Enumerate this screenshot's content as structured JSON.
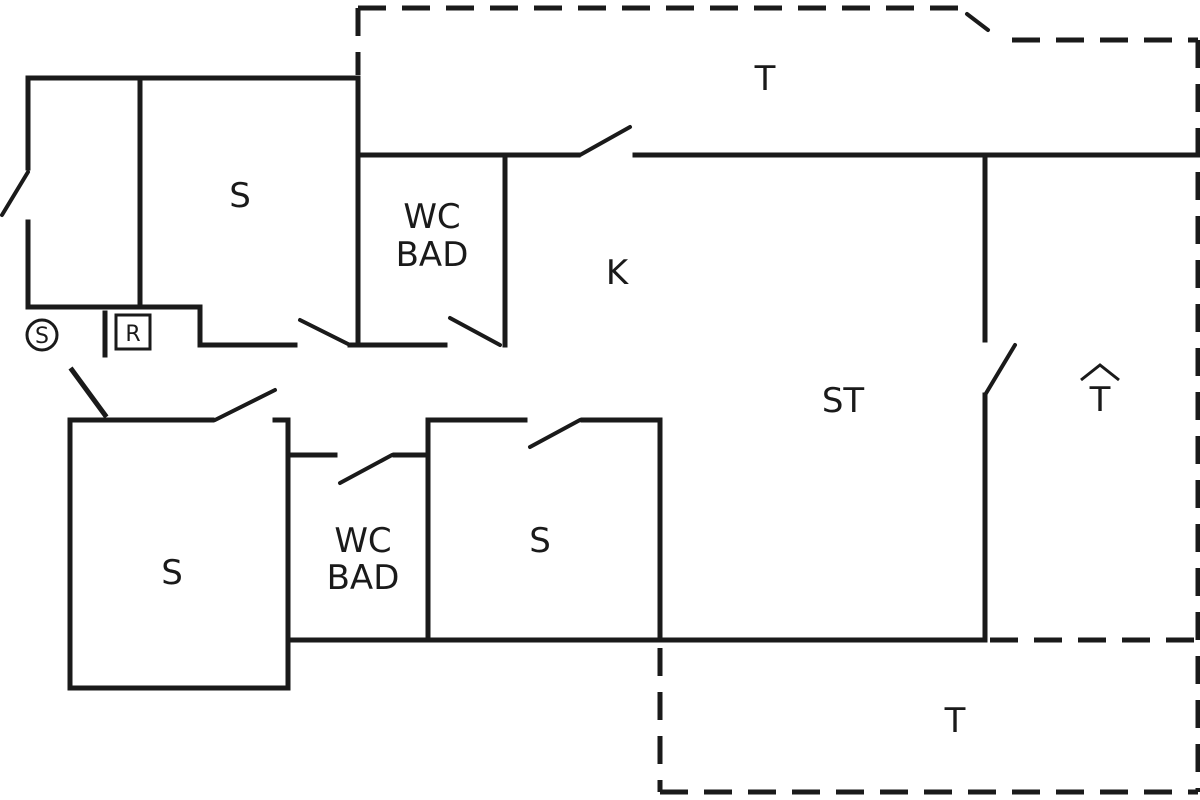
{
  "rooms": {
    "terrace_top": "T",
    "bedroom_top": "S",
    "wc_bad_top_1": "WC",
    "wc_bad_top_2": "BAD",
    "kitchen": "K",
    "living": "ST",
    "terrace_right": "T",
    "bedroom_bottom_left": "S",
    "wc_bad_bottom_1": "WC",
    "wc_bad_bottom_2": "BAD",
    "bedroom_bottom_mid": "S",
    "terrace_bottom": "T"
  },
  "symbols": {
    "circle_symbol": "S",
    "square_symbol": "R"
  }
}
